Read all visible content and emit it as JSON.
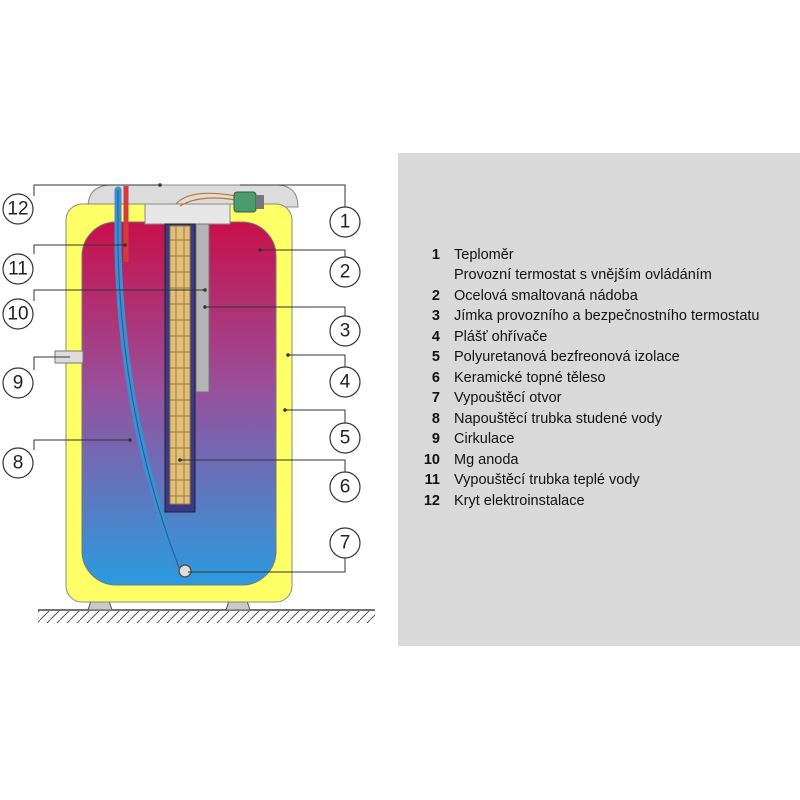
{
  "colors": {
    "insulation": "#ffff66",
    "tank_top": "#c8104a",
    "tank_bottom": "#2a9be0",
    "cold_pipe": "#3d8fd1",
    "hot_pipe": "#d23c3c",
    "heater": "#e2c07a",
    "panel": "#d9d9d9"
  },
  "callouts": [
    {
      "id": "1",
      "label": "1"
    },
    {
      "id": "2",
      "label": "2"
    },
    {
      "id": "3",
      "label": "3"
    },
    {
      "id": "4",
      "label": "4"
    },
    {
      "id": "5",
      "label": "5"
    },
    {
      "id": "6",
      "label": "6"
    },
    {
      "id": "7",
      "label": "7"
    },
    {
      "id": "8",
      "label": "8"
    },
    {
      "id": "9",
      "label": "9"
    },
    {
      "id": "10",
      "label": "10"
    },
    {
      "id": "11",
      "label": "11"
    },
    {
      "id": "12",
      "label": "12"
    }
  ],
  "legend": [
    {
      "num": "1",
      "lines": [
        "Teploměr",
        "Provozní termostat s vnějším ovládáním"
      ]
    },
    {
      "num": "2",
      "lines": [
        "Ocelová smaltovaná nádoba"
      ]
    },
    {
      "num": "3",
      "lines": [
        "Jímka provozního a bezpečnostního termostatu"
      ]
    },
    {
      "num": "4",
      "lines": [
        "Plášť ohřívače"
      ]
    },
    {
      "num": "5",
      "lines": [
        "Polyuretanová bezfreonová izolace"
      ]
    },
    {
      "num": "6",
      "lines": [
        "Keramické topné těleso"
      ]
    },
    {
      "num": "7",
      "lines": [
        "Vypouštěcí otvor"
      ]
    },
    {
      "num": "8",
      "lines": [
        "Napouštěcí trubka studené vody"
      ]
    },
    {
      "num": "9",
      "lines": [
        "Cirkulace"
      ]
    },
    {
      "num": "10",
      "lines": [
        "Mg anoda"
      ]
    },
    {
      "num": "11",
      "lines": [
        "Vypouštěcí trubka teplé vody"
      ]
    },
    {
      "num": "12",
      "lines": [
        "Kryt elektroinstalace"
      ]
    }
  ]
}
